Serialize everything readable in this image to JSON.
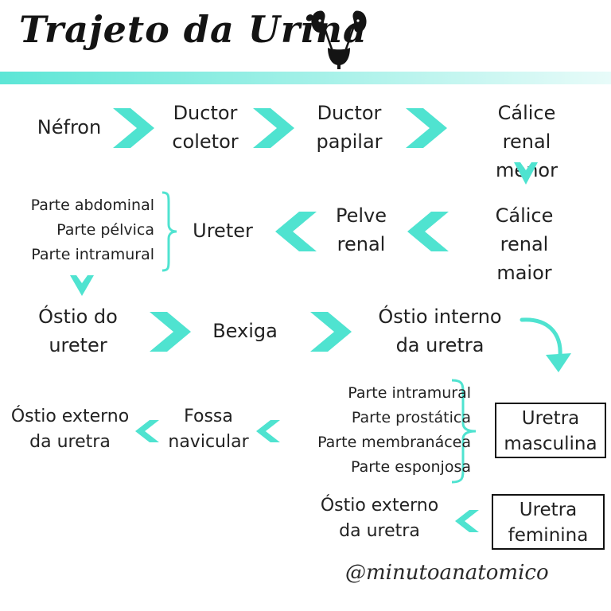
{
  "header": {
    "title": "Trajeto da Urina"
  },
  "colors": {
    "accent": "#4fe3d0",
    "text": "#222222"
  },
  "icons": {
    "header": "urinary-system-icon"
  },
  "nodes": {
    "nefron": "Néfron",
    "ductor_coletor": "Ductor\ncoletor",
    "ductor_papilar": "Ductor\npapilar",
    "calice_menor": "Cálice renal\nmenor",
    "calice_maior": "Cálice renal\nmaior",
    "pelve_renal": "Pelve\nrenal",
    "ureter": "Ureter",
    "ureter_partes": "Parte abdominal\nParte pélvica\nParte intramural",
    "ostio_ureter": "Óstio do\nureter",
    "bexiga": "Bexiga",
    "ostio_interno": "Óstio interno\nda uretra",
    "uretra_masc_partes": "Parte intramural\nParte prostática\nParte membranácea\nParte esponjosa",
    "uretra_masculina": "Uretra\nmasculina",
    "fossa_navicular": "Fossa\nnavicular",
    "ostio_externo_masc": "Óstio externo\nda uretra",
    "ostio_externo_fem": "Óstio externo\nda uretra",
    "uretra_feminina": "Uretra\nfeminina"
  },
  "footer": {
    "handle": "@minutoanatomico"
  }
}
